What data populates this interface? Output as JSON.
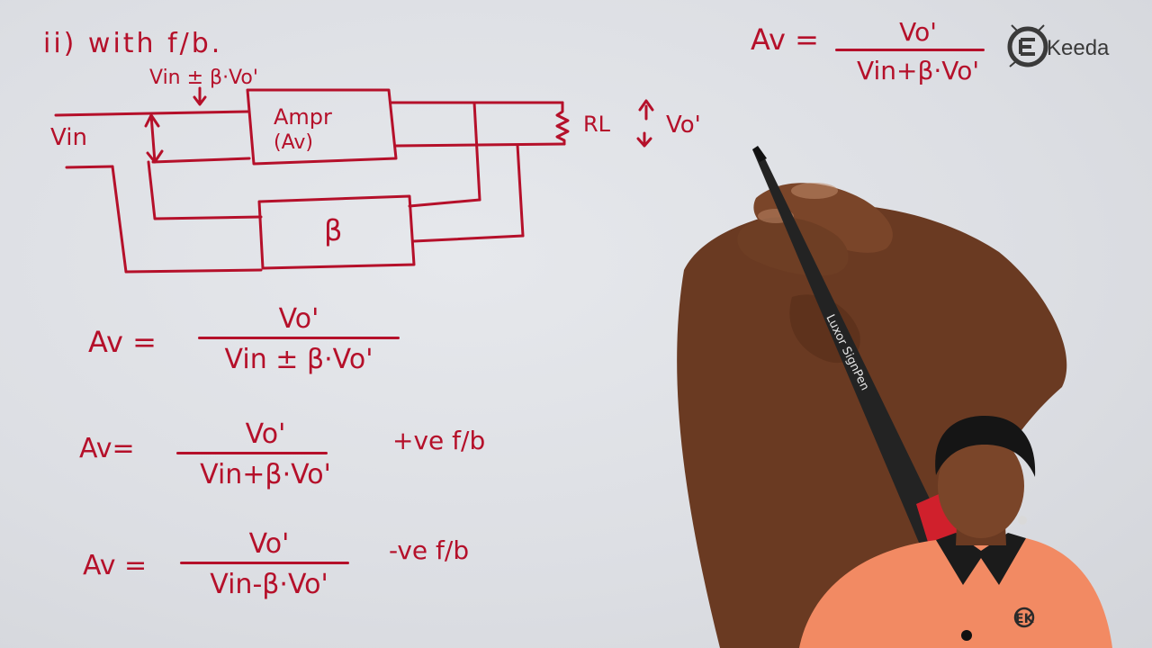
{
  "board": {
    "heading": "ii) with f/b.",
    "input_label": "Vin",
    "summing_label": "Vin ± β·Vo'",
    "amp_label_line1": "Ampr",
    "amp_label_line2": "(Av)",
    "feedback_label": "β",
    "load_label": "RL",
    "output_label": "Vo'",
    "eq1_lhs": "Av =",
    "eq1_num": "Vo'",
    "eq1_den": "Vin ± β·Vo'",
    "eq2_lhs": "Av=",
    "eq2_num": "Vo'",
    "eq2_den": "Vin+β·Vo'",
    "eq2_note": "+ve f/b",
    "eq3_lhs": "Av =",
    "eq3_num": "Vo'",
    "eq3_den": "Vin-β·Vo'",
    "eq3_note": "-ve f/b",
    "eq4_lhs": "Av =",
    "eq4_num": "Vo'",
    "eq4_den": "Vin+β·Vo'"
  },
  "brand": {
    "logo_text": "Keeda",
    "shirt_logo_text": "EK",
    "pen_text": "Luxor SignPen"
  },
  "colors": {
    "ink": "#b5102a",
    "board": "#dfe1e6",
    "shirt": "#f28a63",
    "skin": "#6a3a22"
  }
}
